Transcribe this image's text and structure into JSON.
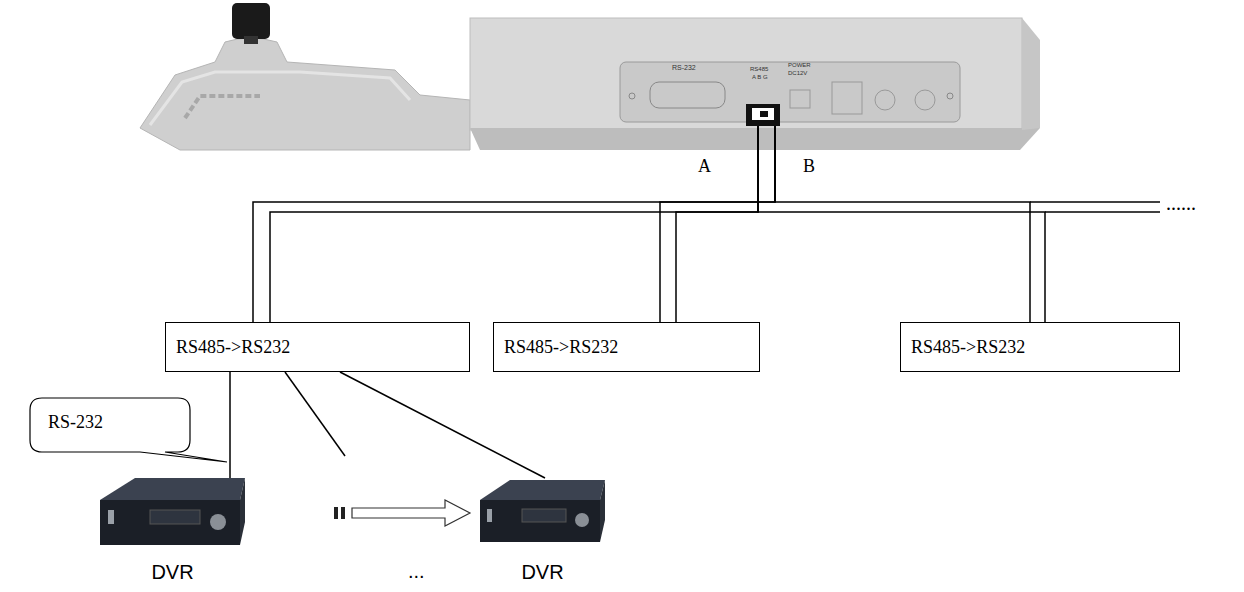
{
  "diagram": {
    "nodes": [
      {
        "text": [
          "RS-232",
          "RS485",
          "A B G",
          "POWER",
          "DC12V"
        ]
      },
      {
        "text": [
          "RS485->RS232"
        ]
      },
      {
        "text": [
          "RS485->RS232"
        ]
      },
      {
        "text": [
          "RS485->RS232"
        ]
      },
      {
        "text": [
          "DVR"
        ]
      },
      {
        "text": [
          "DVR"
        ]
      }
    ],
    "edges": [
      {
        "from": 0,
        "to": 1,
        "arrow": "none"
      },
      {
        "from": 0,
        "to": 2,
        "arrow": "none"
      },
      {
        "from": 0,
        "to": 3,
        "arrow": "none"
      },
      {
        "from": 1,
        "to": 4,
        "arrow": "none"
      },
      {
        "from": 1,
        "to": 5,
        "arrow": "none"
      }
    ],
    "labels": [
      "A",
      "B",
      "......",
      "RS-232",
      "..."
    ]
  }
}
